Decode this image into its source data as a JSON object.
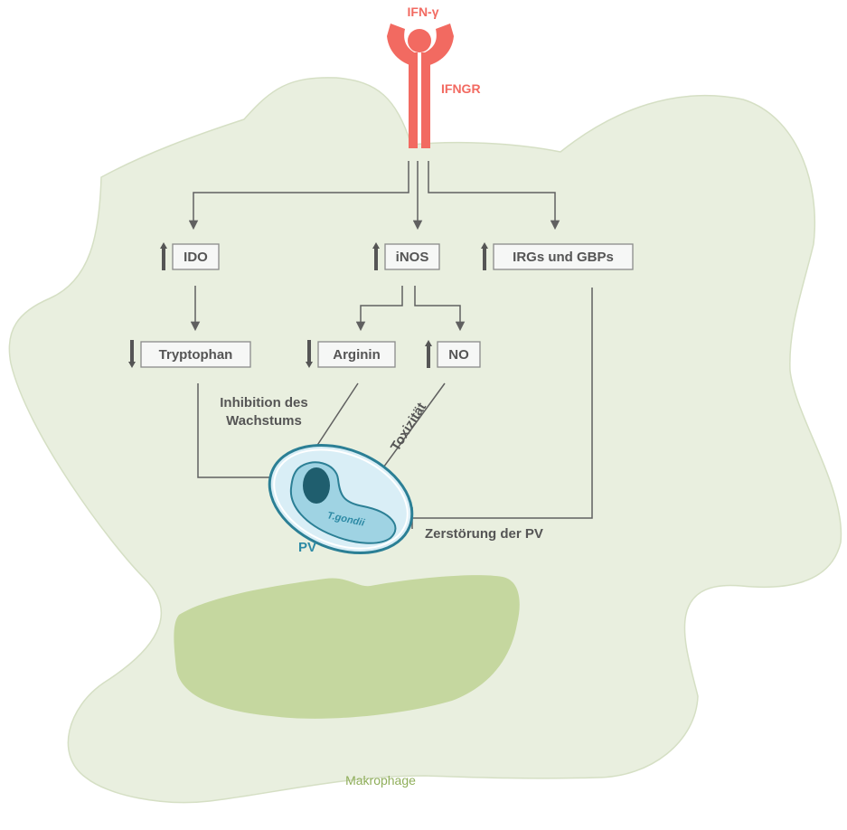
{
  "colors": {
    "cell_fill": "#e9efdf",
    "cell_stroke": "#d6e0c6",
    "nucleus_fill": "#c5d79f",
    "receptor": "#f26a61",
    "pv_stroke": "#2b7f95",
    "pv_fill": "#d9eef6",
    "parasite_fill": "#9fd3e3",
    "parasite_nucleus": "#1f5e6e",
    "text_dark": "#555555",
    "text_green": "#8fae5a",
    "text_blue": "#2d8aa5"
  },
  "receptor": {
    "ligand_label": "IFN-γ",
    "receptor_label": "IFNGR"
  },
  "nodes": {
    "ido": {
      "label": "IDO",
      "trend": "up"
    },
    "inos": {
      "label": "iNOS",
      "trend": "up"
    },
    "irgs": {
      "label": "IRGs und GBPs",
      "trend": "up"
    },
    "tryptophan": {
      "label": "Tryptophan",
      "trend": "down"
    },
    "arginin": {
      "label": "Arginin",
      "trend": "down"
    },
    "no": {
      "label": "NO",
      "trend": "up"
    }
  },
  "annotations": {
    "inhibition_line1": "Inhibition des",
    "inhibition_line2": "Wachstums",
    "toxicity": "Toxizität",
    "destruction": "Zerstörung der PV",
    "pv": "PV",
    "parasite": "T.gondii",
    "cell": "Makrophage"
  }
}
